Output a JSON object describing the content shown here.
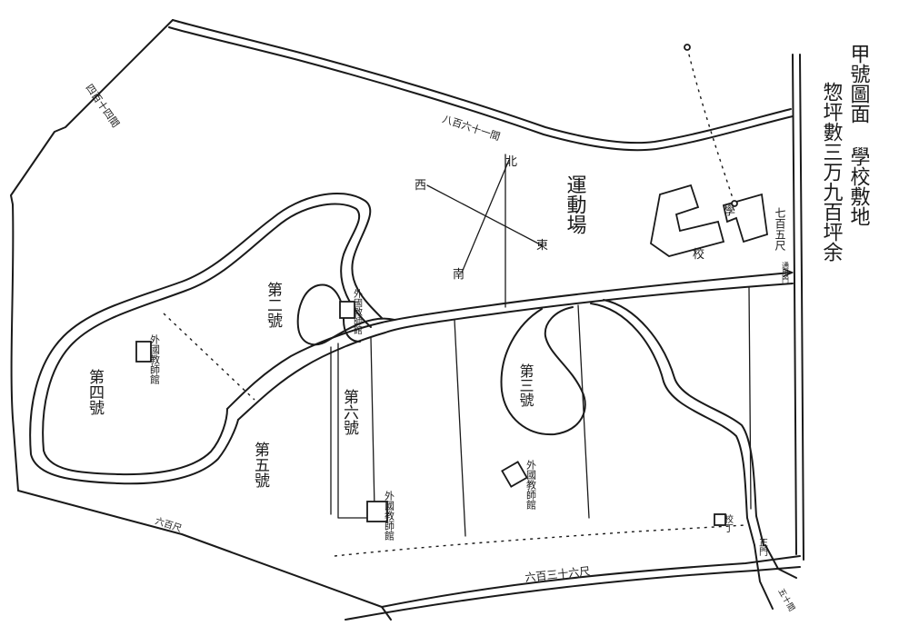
{
  "title": {
    "line1": "甲號圖面 學校敷地",
    "line2": "惣坪數三万九百坪余"
  },
  "lots": {
    "lot2": "第二號",
    "lot3": "第三號",
    "lot4": "第四號",
    "lot5": "第五號",
    "lot6": "第六號"
  },
  "facilities": {
    "school_a": "學",
    "school_b": "校",
    "sports_ground": "運動場",
    "foreign_teacher_house": "外國教師館",
    "watch_house": "校丁",
    "gate": "正門",
    "side_gate": "通用門"
  },
  "compass": {
    "north": "北",
    "south": "南",
    "east": "東",
    "west": "西"
  },
  "measurements": {
    "top_edge": "八百六十一間",
    "left_edge": "四百十四間",
    "right_edge": "七百五尺",
    "bottom_edge": "六百三十六尺",
    "bottom_left_edge": "六百尺",
    "bottom_right_corner": "五十間"
  }
}
